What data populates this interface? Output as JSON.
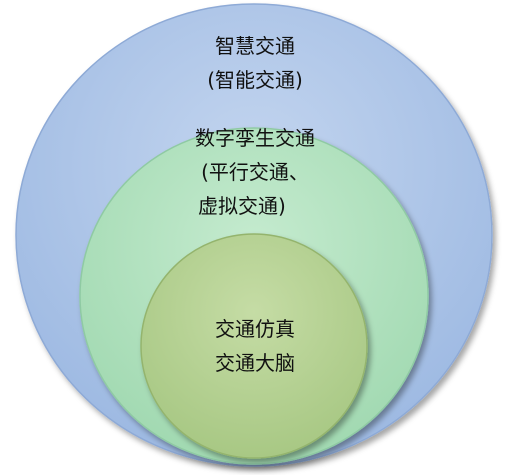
{
  "colors": {
    "outer_fill": "#a9c2e6",
    "outer_stroke": "#8eaad6",
    "middle_fill": "#aee0bd",
    "middle_stroke": "#8fcaa3",
    "inner_fill": "#b3cf8e",
    "inner_stroke": "#94b46d",
    "text": "#111111"
  },
  "circles": {
    "outer": {
      "lines": [
        "智慧交通",
        "(智能交通)"
      ]
    },
    "middle": {
      "lines": [
        "数字孪生交通",
        "(平行交通、",
        "虚拟交通)"
      ]
    },
    "inner": {
      "lines": [
        "交通仿真",
        "交通大脑"
      ]
    }
  }
}
